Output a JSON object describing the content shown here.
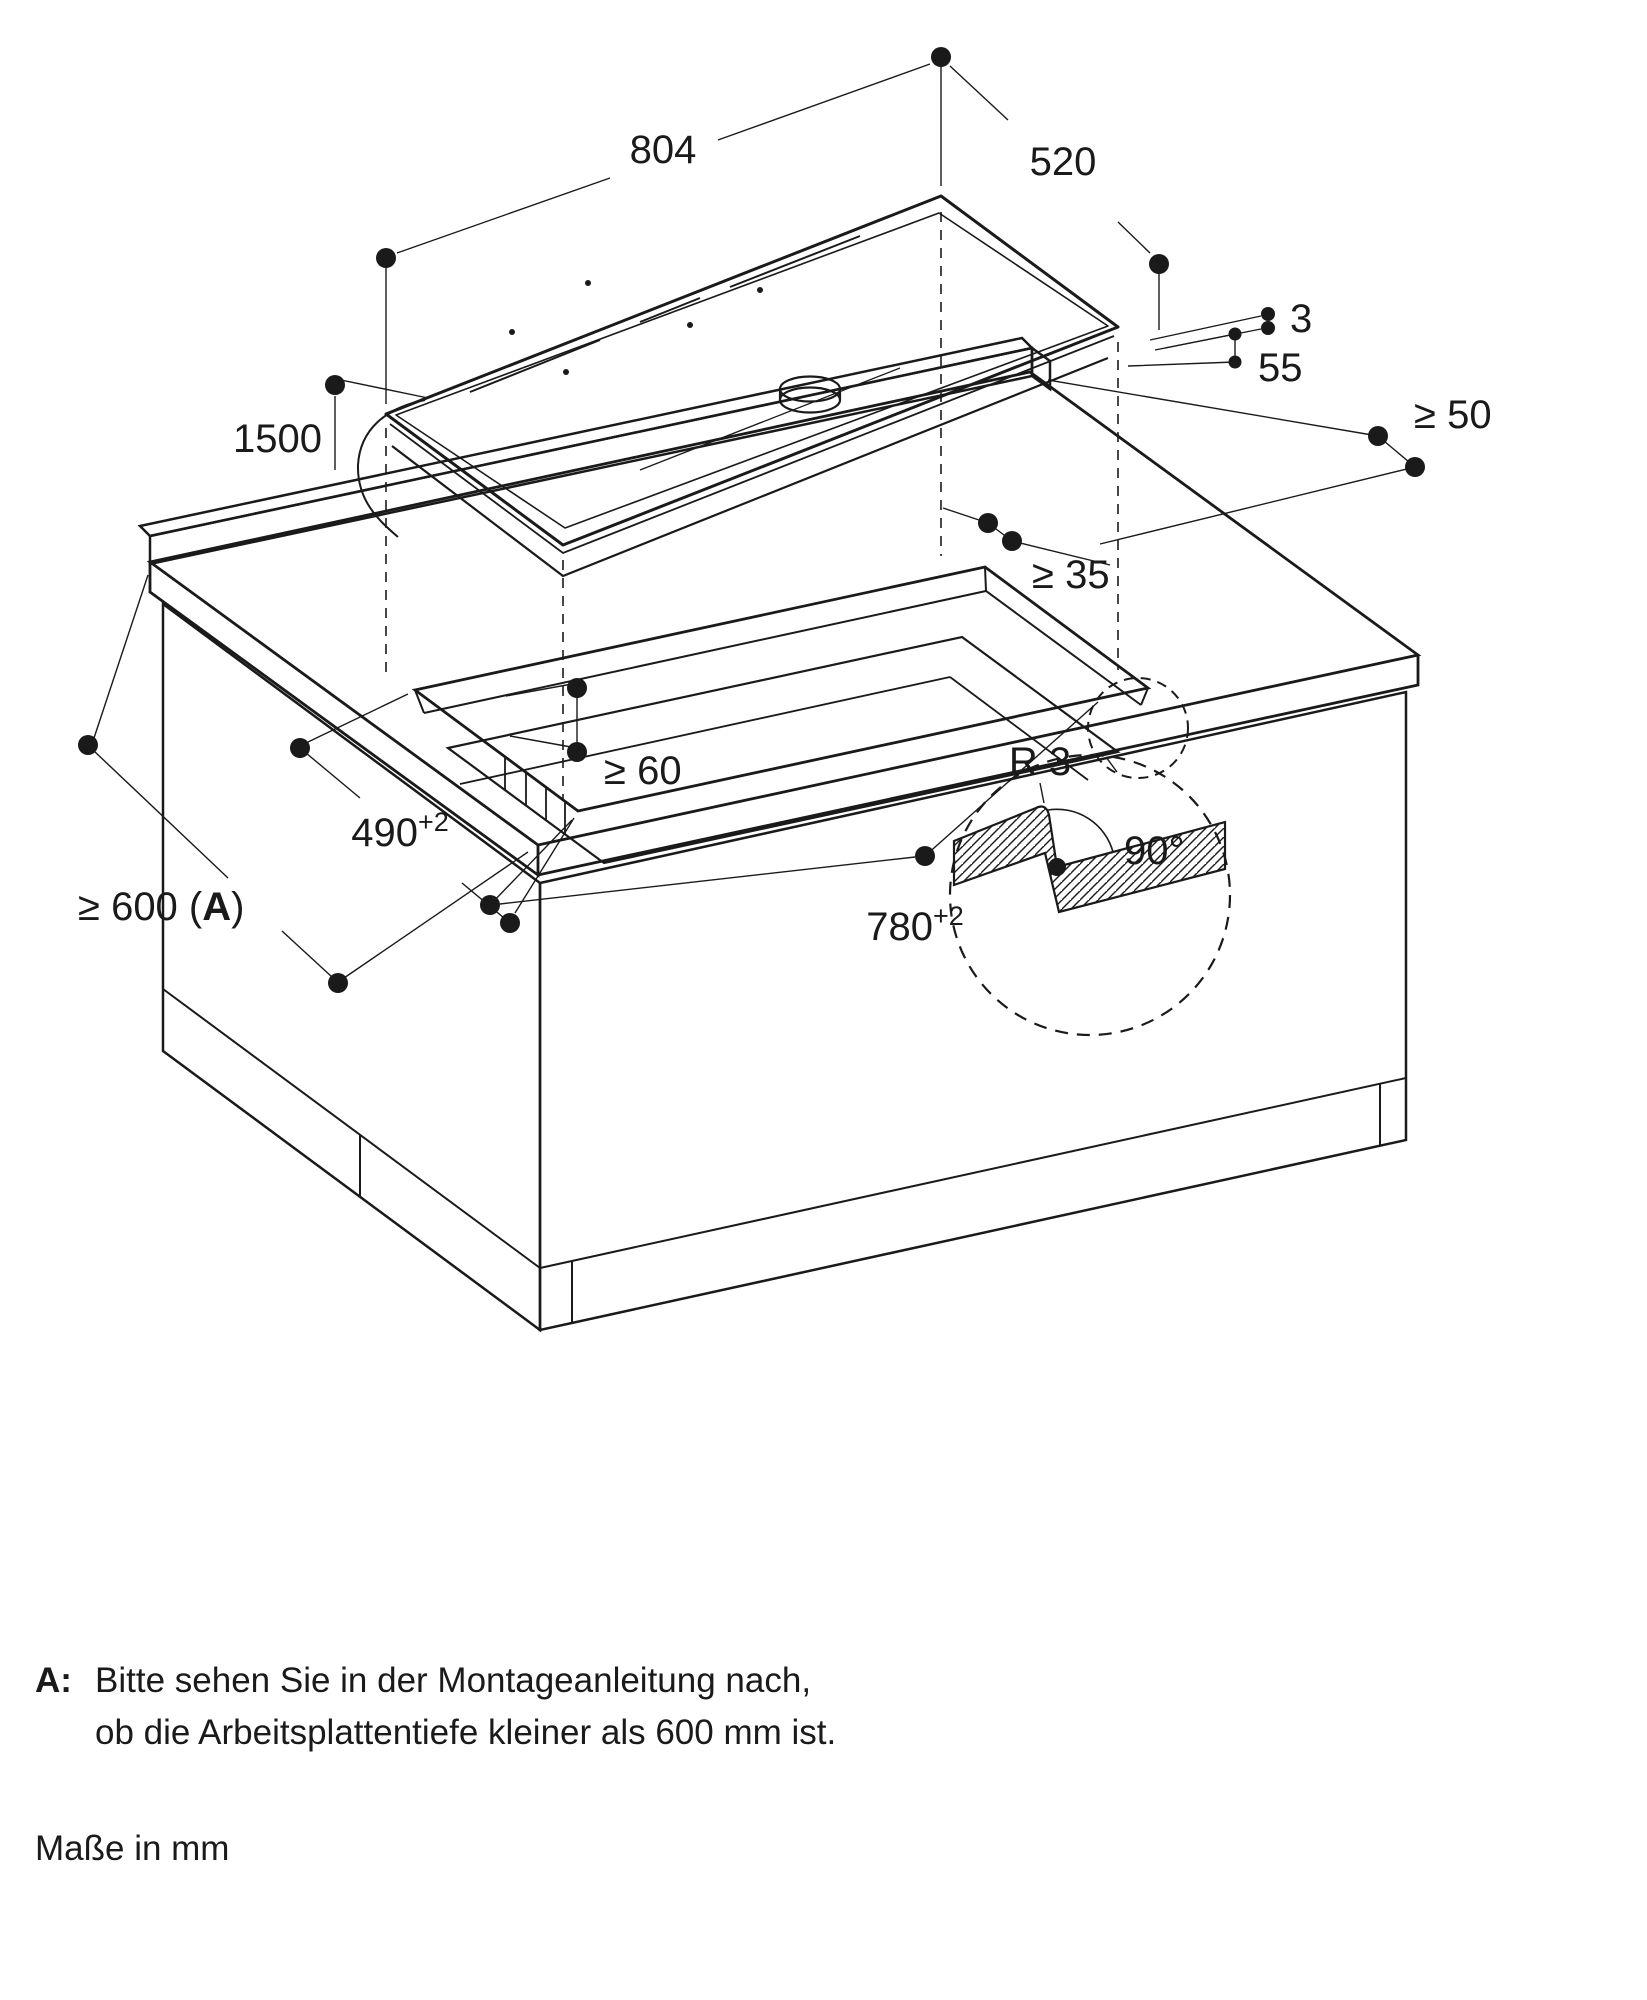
{
  "diagram": {
    "title_hidden": "",
    "unit_note": "Maße in mm",
    "footnote": {
      "marker": "A:",
      "line1": "Bitte sehen Sie in der Montageanleitung nach,",
      "line2": "ob die Arbeitsplattentiefe kleiner als 600 mm ist."
    },
    "dimensions": {
      "appliance_width": "804",
      "appliance_depth": "520",
      "glass_thickness": "3",
      "housing_height": "55",
      "min_rear_clearance": "≥ 50",
      "cable_length": "1500",
      "min_back_distance": "≥ 35",
      "min_bottom_clearance": "≥ 60",
      "cutout_depth": "490",
      "cutout_depth_tolerance": "+2",
      "cutout_width": "780",
      "cutout_width_tolerance": "+2",
      "worktop_depth_prefix": "≥ 600 (",
      "worktop_depth_note": "A",
      "worktop_depth_suffix": ")",
      "corner_radius": "R 3",
      "cut_angle": "90°"
    },
    "colors": {
      "line": "#1a1a1a",
      "background": "#ffffff"
    }
  }
}
